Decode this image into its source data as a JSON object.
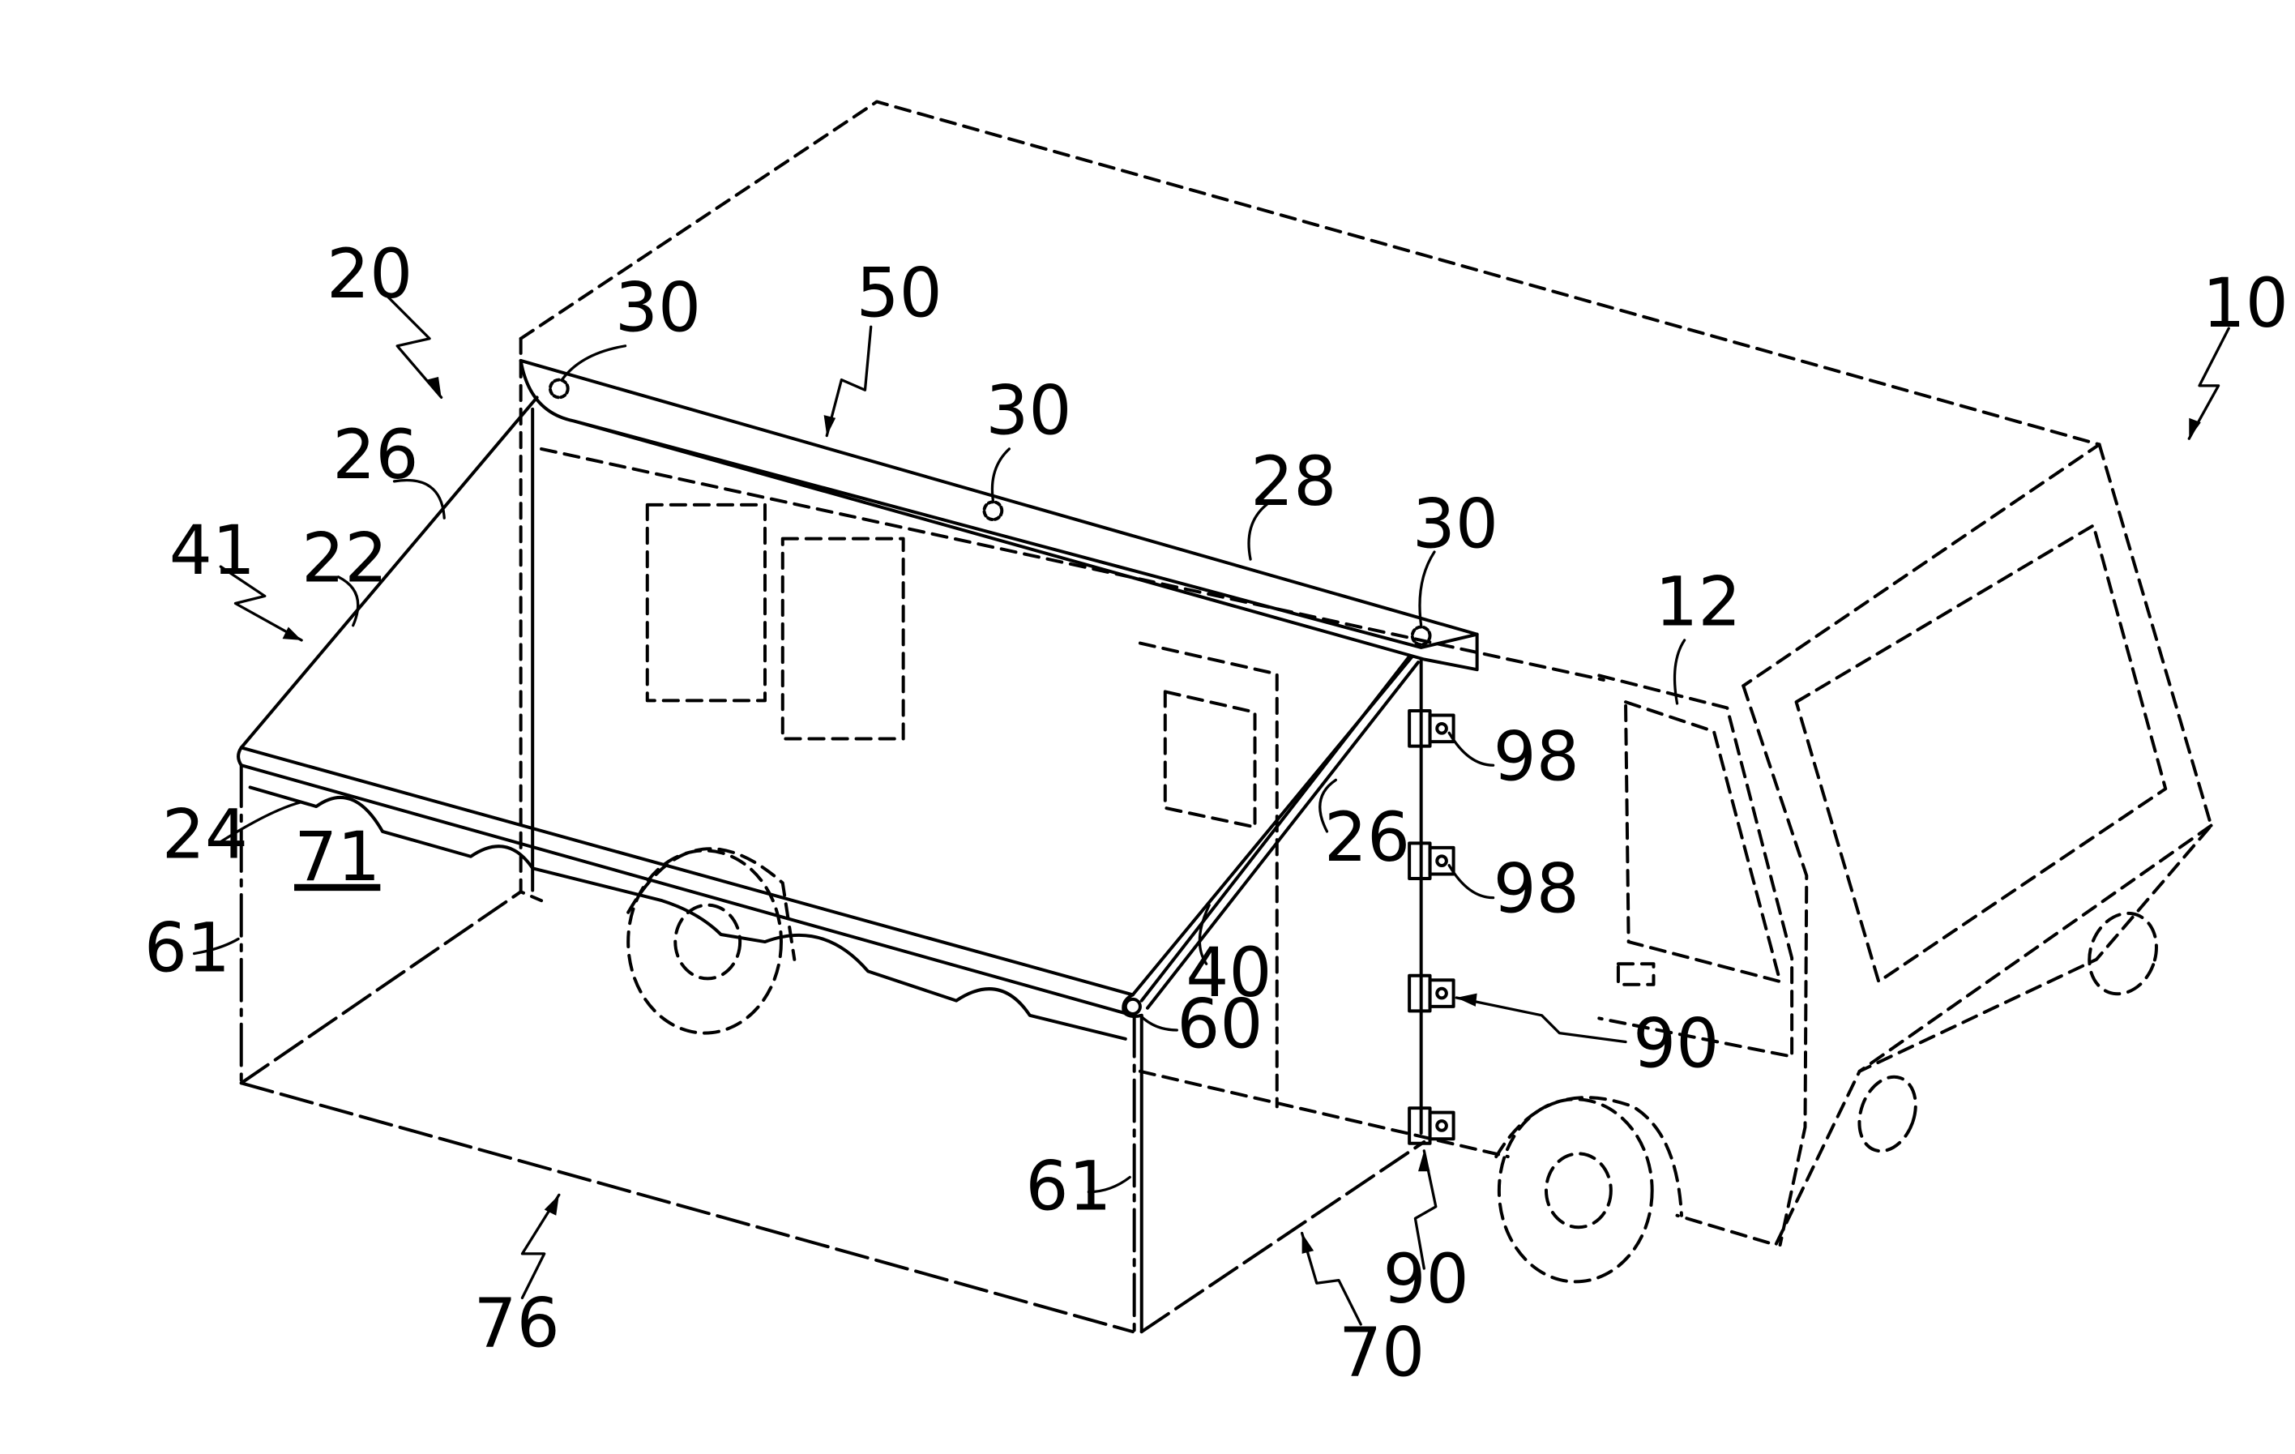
{
  "labels": {
    "l10": "10",
    "l12": "12",
    "l20": "20",
    "l22": "22",
    "l24": "24",
    "l26a": "26",
    "l26b": "26",
    "l28": "28",
    "l30a": "30",
    "l30b": "30",
    "l30c": "30",
    "l40": "40",
    "l41": "41",
    "l50": "50",
    "l60": "60",
    "l61a": "61",
    "l61b": "61",
    "l70": "70",
    "l71": "71",
    "l76": "76",
    "l90a": "90",
    "l90b": "90",
    "l98a": "98",
    "l98b": "98"
  },
  "colors": {
    "ink": "#000000",
    "paper": "#ffffff"
  }
}
